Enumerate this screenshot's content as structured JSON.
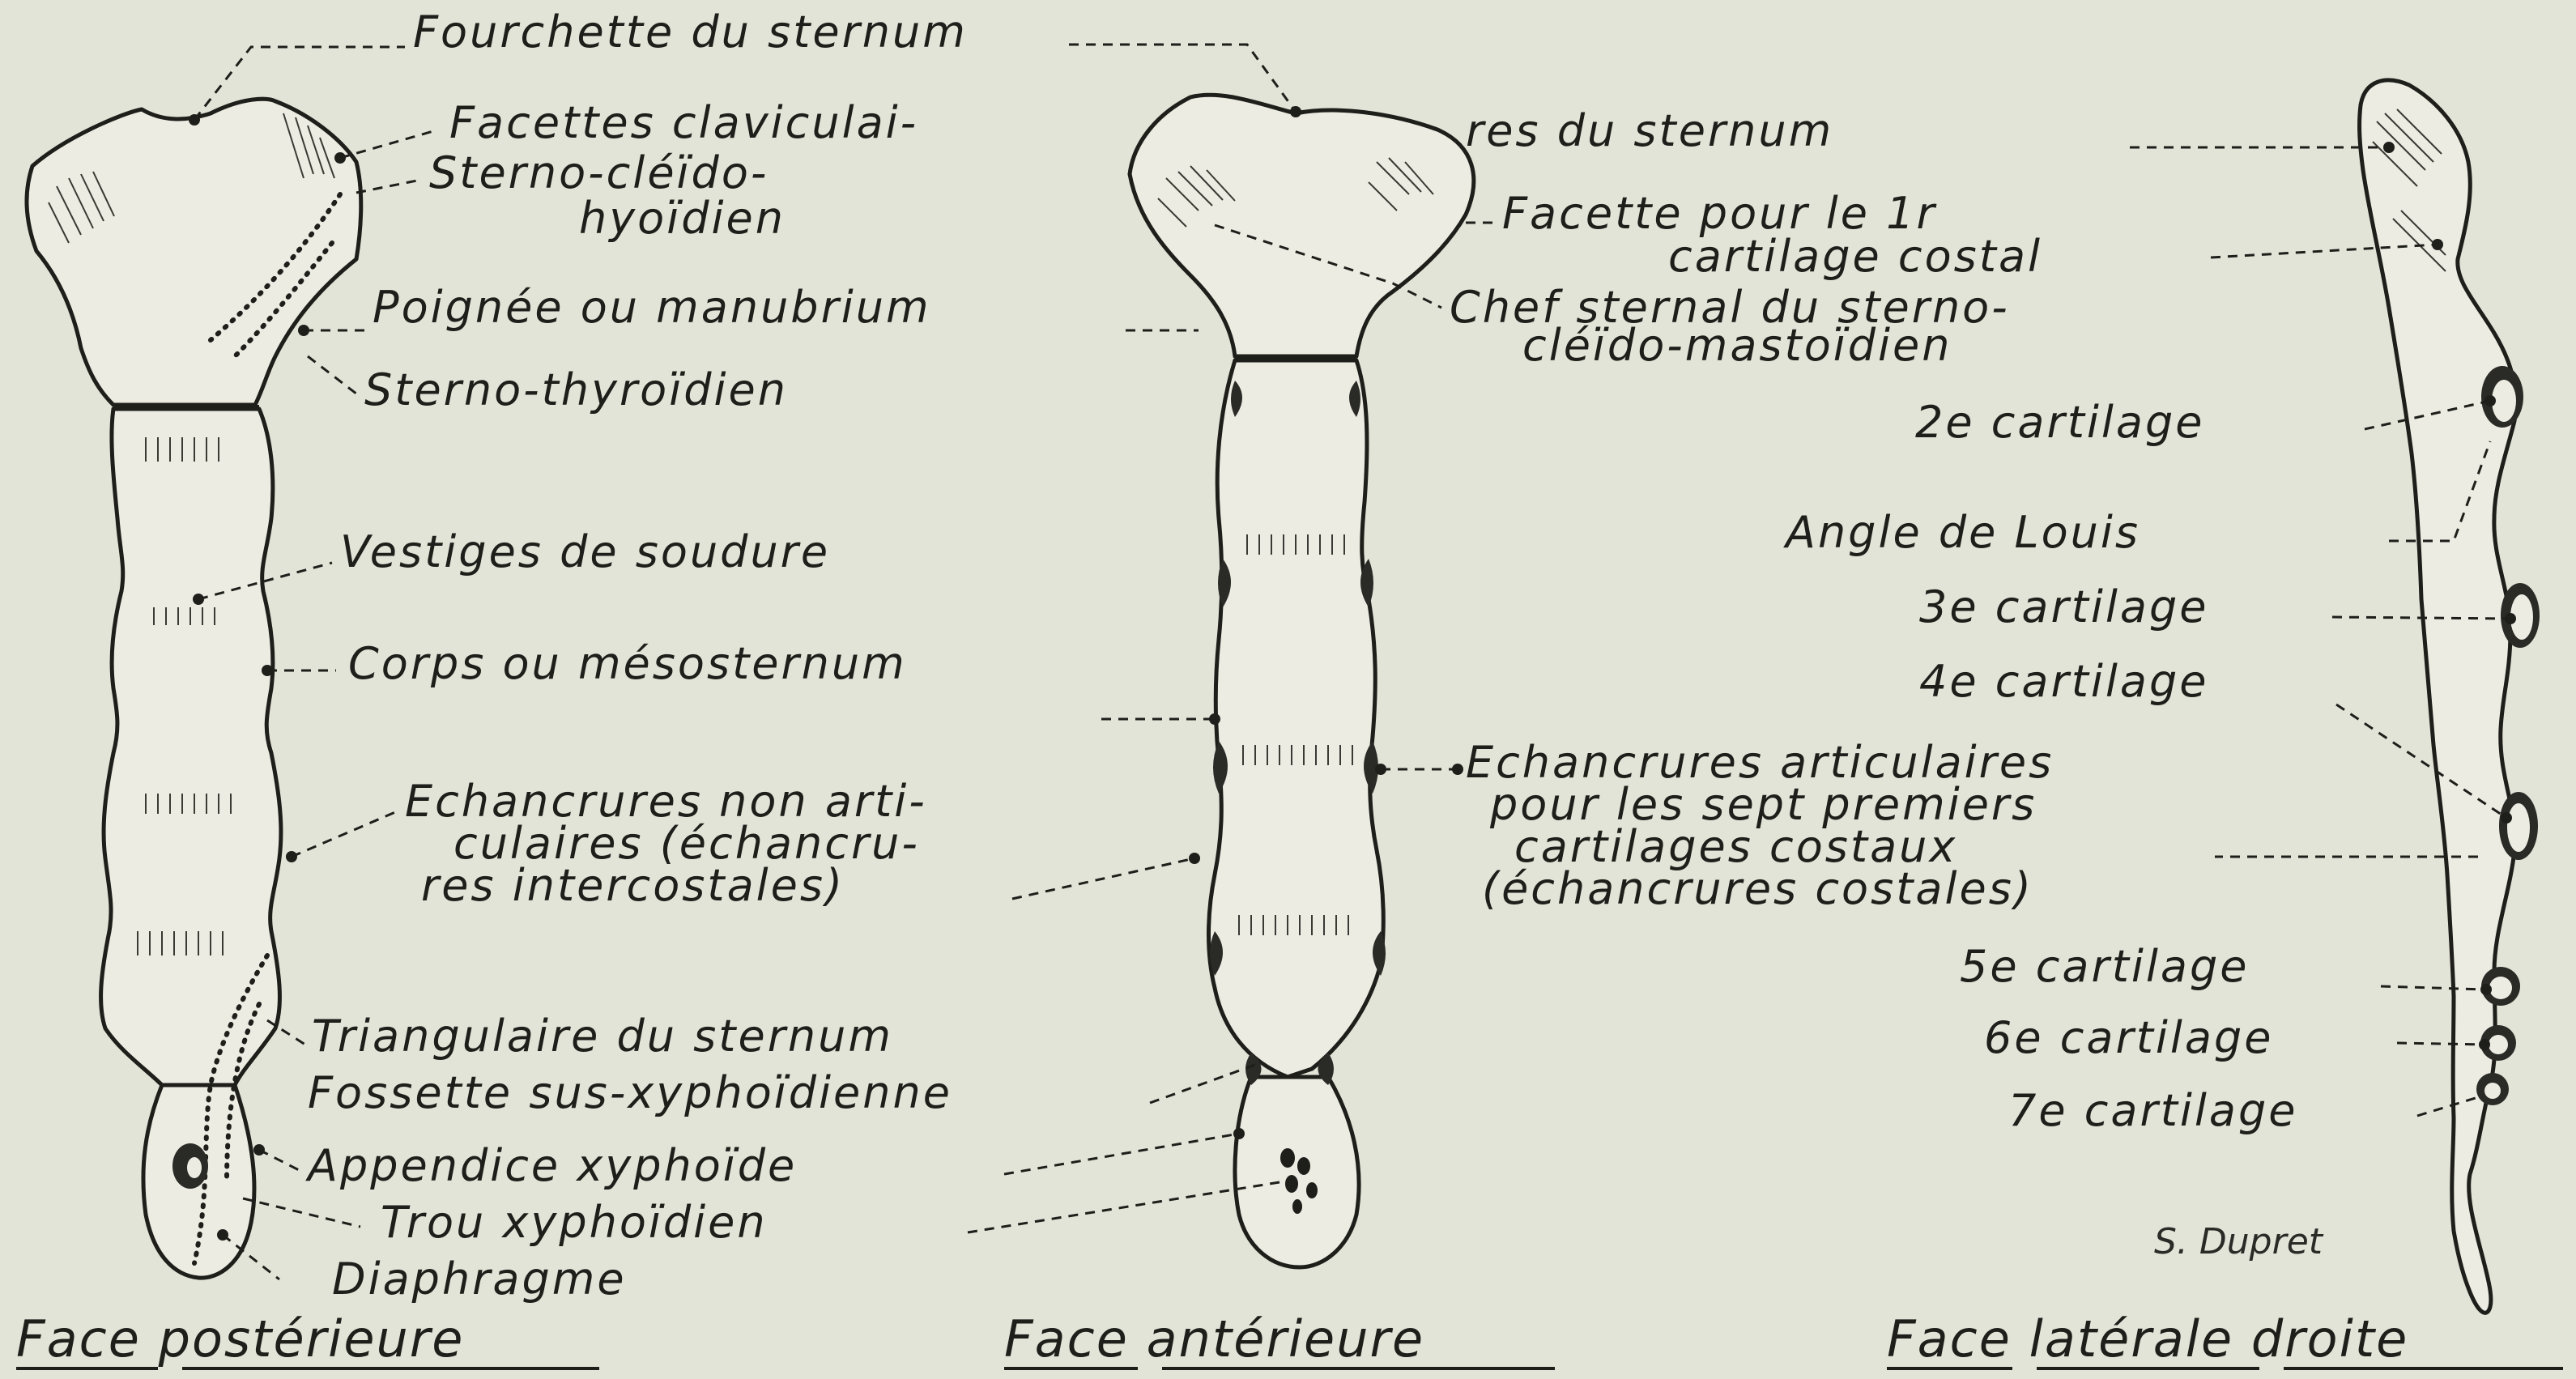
{
  "labels": {
    "fourchette": "Fourchette du sternum",
    "facettes_1": "Facettes claviculai-",
    "facettes_2": "res du sternum",
    "sterno_cleido_1": "Sterno-cléïdo-",
    "sterno_cleido_2": "hyoïdien",
    "poignee": "Poignée ou manubrium",
    "sterno_thyroidien": "Sterno-thyroïdien",
    "vestiges": "Vestiges de soudure",
    "corps": "Corps ou mésosternum",
    "echancrures_non_1": "Echancrures non arti-",
    "echancrures_non_2": "culaires (échancru-",
    "echancrures_non_3": "res intercostales)",
    "triangulaire": "Triangulaire du sternum",
    "fossette": "Fossette sus-xyphoïdienne",
    "appendice": "Appendice xyphoïde",
    "trou": "Trou xyphoïdien",
    "diaphragme": "Diaphragme",
    "facette_1r_1": "Facette pour le 1r",
    "facette_1r_2": "cartilage costal",
    "chef_1": "Chef sternal du sterno-",
    "chef_2": "cléïdo-mastoïdien",
    "echancrures_art_1": "Echancrures articulaires",
    "echancrures_art_2": "pour les sept premiers",
    "echancrures_art_3": "cartilages costaux",
    "echancrures_art_4": "(échancrures costales)",
    "cart_2": "2e cartilage",
    "angle_louis": "Angle de Louis",
    "cart_3": "3e cartilage",
    "cart_4": "4e cartilage",
    "cart_5": "5e cartilage",
    "cart_6": "6e cartilage",
    "cart_7": "7e cartilage"
  },
  "captions": {
    "posterior": "Face postérieure",
    "anterior": "Face antérieure",
    "lateral": "Face latérale droite"
  },
  "signature": "S. Dupret"
}
